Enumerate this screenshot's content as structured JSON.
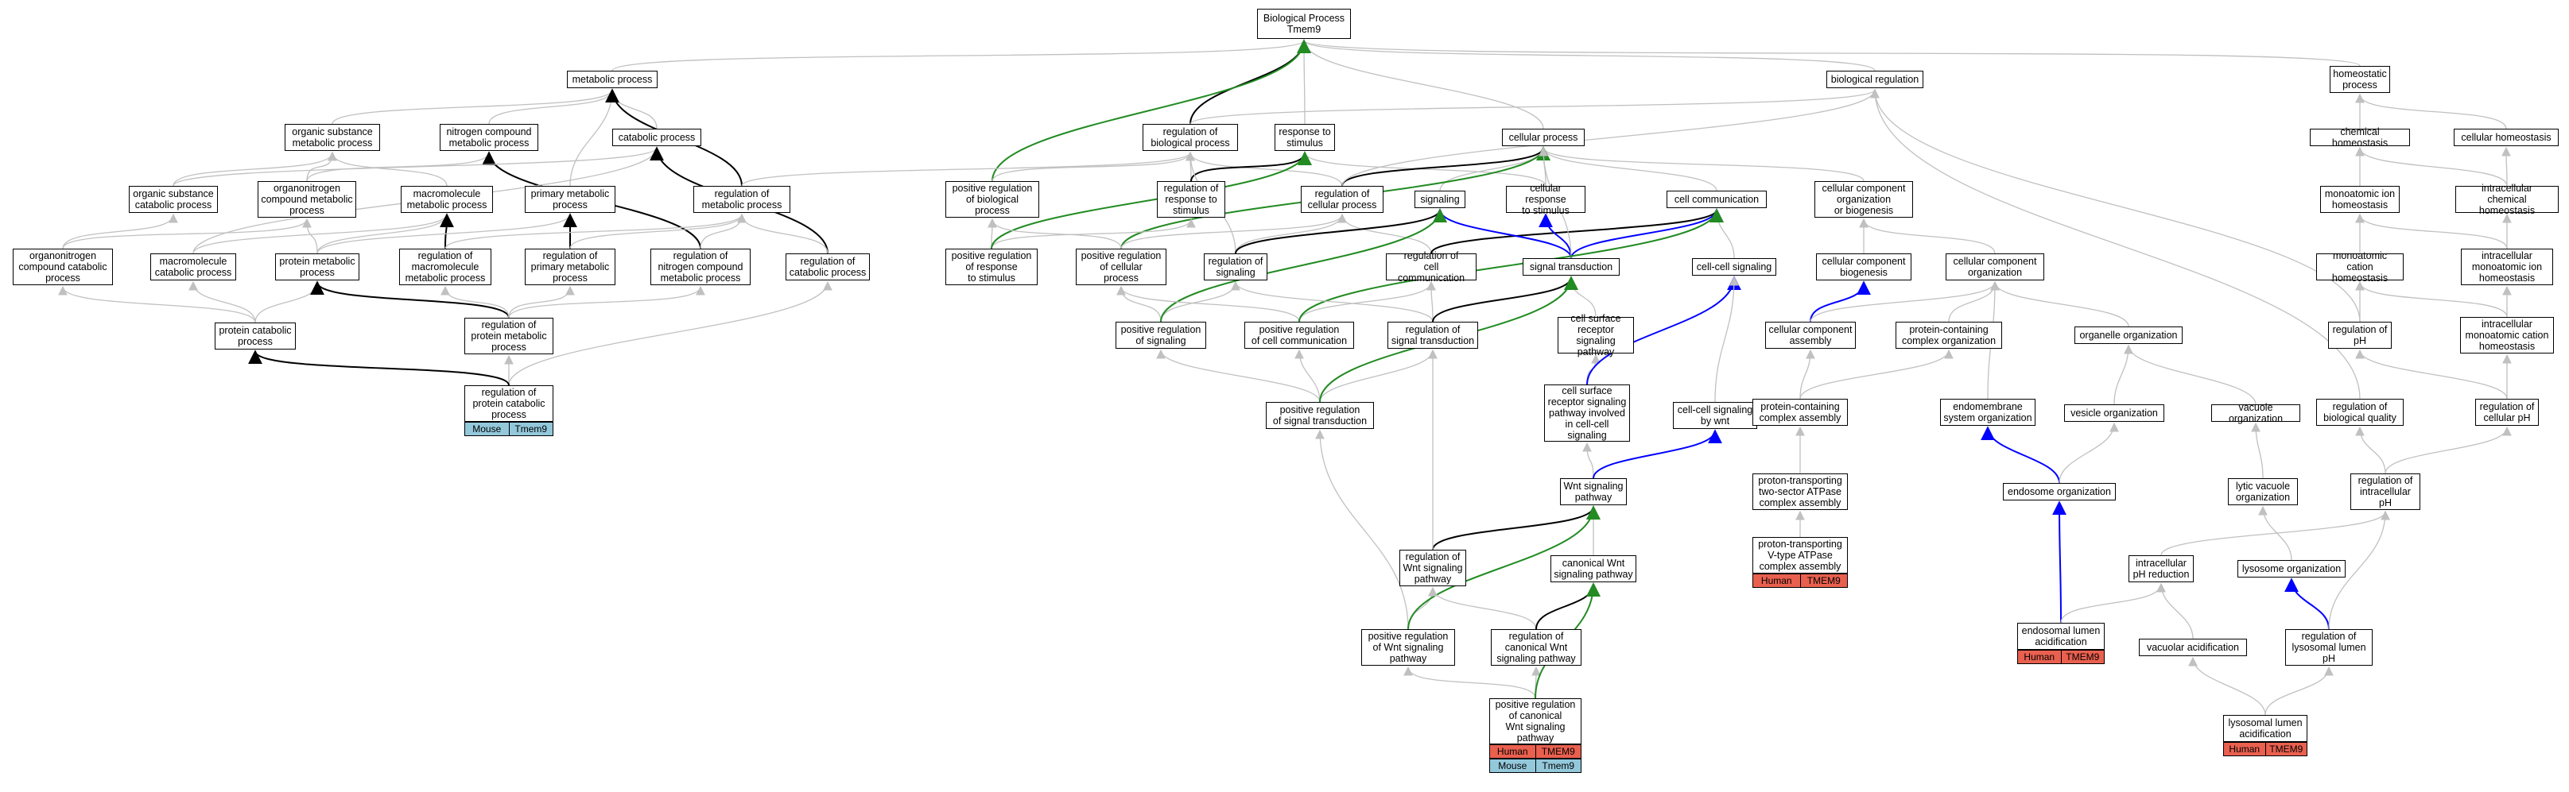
{
  "colors": {
    "default_edge": "#c0c0c0",
    "positive_edge": "#228b22",
    "regulates_edge": "#000000",
    "part_of_edge": "#0000ff",
    "human": "#e9604f",
    "mouse": "#93c8db"
  },
  "nodes": [
    {
      "id": "bp",
      "label": "Biological Process\nTmem9"
    },
    {
      "id": "metabolic",
      "label": "metabolic process"
    },
    {
      "id": "osmp",
      "label": "organic substance\nmetabolic process"
    },
    {
      "id": "ncmp",
      "label": "nitrogen compound\nmetabolic process"
    },
    {
      "id": "catab",
      "label": "catabolic process"
    },
    {
      "id": "oscat",
      "label": "organic substance\ncatabolic process"
    },
    {
      "id": "onmp",
      "label": "organonitrogen\ncompound metabolic\nprocess"
    },
    {
      "id": "macmp",
      "label": "macromolecule\nmetabolic process"
    },
    {
      "id": "primary",
      "label": "primary metabolic\nprocess"
    },
    {
      "id": "regmet",
      "label": "regulation of\nmetabolic process"
    },
    {
      "id": "oncat",
      "label": "organonitrogen\ncompound catabolic\nprocess"
    },
    {
      "id": "maccat",
      "label": "macromolecule\ncatabolic process"
    },
    {
      "id": "protmet",
      "label": "protein metabolic\nprocess"
    },
    {
      "id": "regmac",
      "label": "regulation of\nmacromolecule\nmetabolic process"
    },
    {
      "id": "regprim",
      "label": "regulation of\nprimary metabolic\nprocess"
    },
    {
      "id": "regnc",
      "label": "regulation of\nnitrogen compound\nmetabolic process"
    },
    {
      "id": "regcat",
      "label": "regulation of\ncatabolic process"
    },
    {
      "id": "protcat",
      "label": "protein catabolic\nprocess"
    },
    {
      "id": "regpmp",
      "label": "regulation of\nprotein metabolic\nprocess"
    },
    {
      "id": "regpcp",
      "label": "regulation of\nprotein catabolic\nprocess"
    },
    {
      "id": "regbp",
      "label": "regulation of\nbiological process"
    },
    {
      "id": "resp",
      "label": "response to\nstimulus"
    },
    {
      "id": "cellproc",
      "label": "cellular process"
    },
    {
      "id": "bioreg",
      "label": "biological regulation"
    },
    {
      "id": "homeo",
      "label": "homeostatic\nprocess"
    },
    {
      "id": "posregbp",
      "label": "positive regulation\nof biological\nprocess"
    },
    {
      "id": "regresp",
      "label": "regulation of\nresponse to\nstimulus"
    },
    {
      "id": "regcell",
      "label": "regulation of\ncellular process"
    },
    {
      "id": "signaling",
      "label": "signaling"
    },
    {
      "id": "cellresp",
      "label": "cellular response\nto stimulus"
    },
    {
      "id": "cellcomm",
      "label": "cell communication"
    },
    {
      "id": "ccorg",
      "label": "cellular component\norganization\nor biogenesis"
    },
    {
      "id": "chemhomeo",
      "label": "chemical homeostasis"
    },
    {
      "id": "cellhomeo",
      "label": "cellular homeostasis"
    },
    {
      "id": "posregresp",
      "label": "positive regulation\nof response\nto stimulus"
    },
    {
      "id": "posregcell",
      "label": "positive regulation\nof cellular\nprocess"
    },
    {
      "id": "regsig",
      "label": "regulation of\nsignaling"
    },
    {
      "id": "regcc",
      "label": "regulation of\ncell communication"
    },
    {
      "id": "sigtrans",
      "label": "signal transduction"
    },
    {
      "id": "ccsig",
      "label": "cell-cell signaling"
    },
    {
      "id": "ccbio",
      "label": "cellular component\nbiogenesis"
    },
    {
      "id": "ccorg2",
      "label": "cellular component\norganization"
    },
    {
      "id": "monoion",
      "label": "monoatomic ion\nhomeostasis"
    },
    {
      "id": "icchem",
      "label": "intracellular\nchemical homeostasis"
    },
    {
      "id": "posregsig",
      "label": "positive regulation\nof signaling"
    },
    {
      "id": "posregcc",
      "label": "positive regulation\nof cell communication"
    },
    {
      "id": "regst",
      "label": "regulation of\nsignal transduction"
    },
    {
      "id": "csrsp",
      "label": "cell surface\nreceptor signaling\npathway"
    },
    {
      "id": "ccasm",
      "label": "cellular component\nassembly"
    },
    {
      "id": "pcorg",
      "label": "protein-containing\ncomplex organization"
    },
    {
      "id": "orgorg",
      "label": "organelle organization"
    },
    {
      "id": "moncat",
      "label": "monoatomic cation\nhomeostasis"
    },
    {
      "id": "icion",
      "label": "intracellular\nmonoatomic ion\nhomeostasis"
    },
    {
      "id": "posregst",
      "label": "positive regulation\nof signal transduction"
    },
    {
      "id": "csrspcc",
      "label": "cell surface\nreceptor signaling\npathway involved\nin cell-cell\nsignaling"
    },
    {
      "id": "ccsigwnt",
      "label": "cell-cell signaling\nby wnt"
    },
    {
      "id": "pcasm",
      "label": "protein-containing\ncomplex assembly"
    },
    {
      "id": "endomem",
      "label": "endomembrane\nsystem organization"
    },
    {
      "id": "vesorg",
      "label": "vesicle organization"
    },
    {
      "id": "vacorg",
      "label": "vacuole organization"
    },
    {
      "id": "regph",
      "label": "regulation of\npH"
    },
    {
      "id": "iccat",
      "label": "intracellular\nmonoatomic cation\nhomeostasis"
    },
    {
      "id": "regbq",
      "label": "regulation of\nbiological quality"
    },
    {
      "id": "regcph",
      "label": "regulation of\ncellular pH"
    },
    {
      "id": "wnt",
      "label": "Wnt signaling\npathway"
    },
    {
      "id": "endoorg",
      "label": "endosome organization"
    },
    {
      "id": "lytvac",
      "label": "lytic vacuole\norganization"
    },
    {
      "id": "regicph",
      "label": "regulation of\nintracellular\npH"
    },
    {
      "id": "ptatp",
      "label": "proton-transporting\ntwo-sector ATPase\ncomplex assembly"
    },
    {
      "id": "regwnt",
      "label": "regulation of\nWnt signaling\npathway"
    },
    {
      "id": "canwnt",
      "label": "canonical Wnt\nsignaling pathway"
    },
    {
      "id": "vtype",
      "label": "proton-transporting\nV-type ATPase\ncomplex assembly"
    },
    {
      "id": "icphred",
      "label": "intracellular\npH reduction"
    },
    {
      "id": "lysorg",
      "label": "lysosome organization"
    },
    {
      "id": "posregwnt",
      "label": "positive regulation\nof Wnt signaling\npathway"
    },
    {
      "id": "regcanwnt",
      "label": "regulation of\ncanonical Wnt\nsignaling pathway"
    },
    {
      "id": "endoacid",
      "label": "endosomal lumen\nacidification"
    },
    {
      "id": "vacacid",
      "label": "vacuolar acidification"
    },
    {
      "id": "reglysph",
      "label": "regulation of\nlysosomal lumen\npH"
    },
    {
      "id": "posregcanwnt",
      "label": "positive regulation\nof canonical\nWnt signaling\npathway"
    },
    {
      "id": "lysacid",
      "label": "lysosomal lumen\nacidification"
    }
  ],
  "annotations": [
    {
      "node": "regpcp",
      "rows": [
        {
          "species": "Mouse",
          "gene": "Tmem9"
        }
      ]
    },
    {
      "node": "vtype",
      "rows": [
        {
          "species": "Human",
          "gene": "TMEM9"
        }
      ]
    },
    {
      "node": "endoacid",
      "rows": [
        {
          "species": "Human",
          "gene": "TMEM9"
        }
      ]
    },
    {
      "node": "lysacid",
      "rows": [
        {
          "species": "Human",
          "gene": "TMEM9"
        }
      ]
    },
    {
      "node": "posregcanwnt",
      "rows": [
        {
          "species": "Human",
          "gene": "TMEM9"
        },
        {
          "species": "Mouse",
          "gene": "Tmem9"
        }
      ]
    }
  ],
  "edges": [
    [
      "metabolic",
      "bp",
      "g"
    ],
    [
      "resp",
      "bp",
      "g"
    ],
    [
      "cellproc",
      "bp",
      "g"
    ],
    [
      "bioreg",
      "bp",
      "g"
    ],
    [
      "homeo",
      "bp",
      "g"
    ],
    [
      "regbp",
      "bp",
      "k"
    ],
    [
      "posregbp",
      "bp",
      "p"
    ],
    [
      "osmp",
      "metabolic",
      "g"
    ],
    [
      "ncmp",
      "metabolic",
      "g"
    ],
    [
      "catab",
      "metabolic",
      "g"
    ],
    [
      "primary",
      "metabolic",
      "g"
    ],
    [
      "regmet",
      "metabolic",
      "k"
    ],
    [
      "oscat",
      "osmp",
      "g"
    ],
    [
      "onmp",
      "osmp",
      "g"
    ],
    [
      "macmp",
      "osmp",
      "g"
    ],
    [
      "onmp",
      "ncmp",
      "g"
    ],
    [
      "regnc",
      "ncmp",
      "k"
    ],
    [
      "oscat",
      "catab",
      "g"
    ],
    [
      "maccat",
      "catab",
      "g"
    ],
    [
      "regcat",
      "catab",
      "k"
    ],
    [
      "oncat",
      "oscat",
      "g"
    ],
    [
      "oncat",
      "onmp",
      "g"
    ],
    [
      "protmet",
      "onmp",
      "g"
    ],
    [
      "maccat",
      "macmp",
      "g"
    ],
    [
      "protmet",
      "macmp",
      "g"
    ],
    [
      "regmac",
      "macmp",
      "k"
    ],
    [
      "protmet",
      "primary",
      "g"
    ],
    [
      "regprim",
      "primary",
      "k"
    ],
    [
      "regmac",
      "regmet",
      "g"
    ],
    [
      "regprim",
      "regmet",
      "g"
    ],
    [
      "regnc",
      "regmet",
      "g"
    ],
    [
      "regcat",
      "regmet",
      "g"
    ],
    [
      "regmet",
      "regbp",
      "g"
    ],
    [
      "protcat",
      "oncat",
      "g"
    ],
    [
      "protcat",
      "maccat",
      "g"
    ],
    [
      "protcat",
      "protmet",
      "g"
    ],
    [
      "regpmp",
      "protmet",
      "k"
    ],
    [
      "regpmp",
      "regmac",
      "g"
    ],
    [
      "regpmp",
      "regprim",
      "g"
    ],
    [
      "regpmp",
      "regnc",
      "g"
    ],
    [
      "regpcp",
      "regpmp",
      "g"
    ],
    [
      "regpcp",
      "regcat",
      "g"
    ],
    [
      "regpcp",
      "protcat",
      "k"
    ],
    [
      "regbp",
      "bioreg",
      "g"
    ],
    [
      "posregbp",
      "regbp",
      "g"
    ],
    [
      "regresp",
      "regbp",
      "g"
    ],
    [
      "regcell",
      "regbp",
      "g"
    ],
    [
      "regresp",
      "resp",
      "k"
    ],
    [
      "cellresp",
      "resp",
      "g"
    ],
    [
      "signaling",
      "cellproc",
      "g"
    ],
    [
      "cellresp",
      "cellproc",
      "g"
    ],
    [
      "cellcomm",
      "cellproc",
      "g"
    ],
    [
      "ccorg",
      "cellproc",
      "g"
    ],
    [
      "regcell",
      "cellproc",
      "k"
    ],
    [
      "posregcell",
      "cellproc",
      "p"
    ],
    [
      "regcell",
      "bioreg",
      "g"
    ],
    [
      "regbq",
      "bioreg",
      "g"
    ],
    [
      "posregresp",
      "posregbp",
      "g"
    ],
    [
      "posregresp",
      "regresp",
      "g"
    ],
    [
      "posregresp",
      "resp",
      "p"
    ],
    [
      "posregcell",
      "posregbp",
      "g"
    ],
    [
      "posregcell",
      "regcell",
      "g"
    ],
    [
      "regsig",
      "regcell",
      "g"
    ],
    [
      "regsig",
      "regbp",
      "g"
    ],
    [
      "regcc",
      "regcell",
      "g"
    ],
    [
      "regsig",
      "signaling",
      "k"
    ],
    [
      "regcc",
      "cellcomm",
      "k"
    ],
    [
      "sigtrans",
      "signaling",
      "b"
    ],
    [
      "sigtrans",
      "cellresp",
      "b"
    ],
    [
      "sigtrans",
      "cellcomm",
      "b"
    ],
    [
      "sigtrans",
      "cellproc",
      "g"
    ],
    [
      "ccsig",
      "cellcomm",
      "g"
    ],
    [
      "ccbio",
      "ccorg",
      "g"
    ],
    [
      "ccorg2",
      "ccorg",
      "g"
    ],
    [
      "chemhomeo",
      "homeo",
      "g"
    ],
    [
      "cellhomeo",
      "homeo",
      "g"
    ],
    [
      "monoion",
      "chemhomeo",
      "g"
    ],
    [
      "icchem",
      "chemhomeo",
      "g"
    ],
    [
      "icchem",
      "cellhomeo",
      "g"
    ],
    [
      "posregsig",
      "regsig",
      "g"
    ],
    [
      "posregsig",
      "posregcell",
      "g"
    ],
    [
      "posregsig",
      "signaling",
      "p"
    ],
    [
      "posregcc",
      "regcc",
      "g"
    ],
    [
      "posregcc",
      "posregcell",
      "g"
    ],
    [
      "posregcc",
      "cellcomm",
      "p"
    ],
    [
      "regst",
      "regsig",
      "g"
    ],
    [
      "regst",
      "regcc",
      "g"
    ],
    [
      "regst",
      "sigtrans",
      "k"
    ],
    [
      "csrsp",
      "sigtrans",
      "g"
    ],
    [
      "ccasm",
      "ccbio",
      "b"
    ],
    [
      "ccasm",
      "ccorg2",
      "g"
    ],
    [
      "pcorg",
      "ccorg2",
      "g"
    ],
    [
      "orgorg",
      "ccorg2",
      "g"
    ],
    [
      "moncat",
      "monoion",
      "g"
    ],
    [
      "icion",
      "monoion",
      "g"
    ],
    [
      "icion",
      "icchem",
      "g"
    ],
    [
      "posregst",
      "posregsig",
      "g"
    ],
    [
      "posregst",
      "posregcc",
      "g"
    ],
    [
      "posregst",
      "regst",
      "g"
    ],
    [
      "posregst",
      "sigtrans",
      "p"
    ],
    [
      "csrspcc",
      "csrsp",
      "g"
    ],
    [
      "csrspcc",
      "ccsig",
      "b"
    ],
    [
      "ccsigwnt",
      "ccsig",
      "g"
    ],
    [
      "pcasm",
      "ccasm",
      "g"
    ],
    [
      "pcasm",
      "pcorg",
      "g"
    ],
    [
      "endomem",
      "ccorg2",
      "g"
    ],
    [
      "vesorg",
      "orgorg",
      "g"
    ],
    [
      "vacorg",
      "orgorg",
      "g"
    ],
    [
      "regph",
      "moncat",
      "g"
    ],
    [
      "iccat",
      "moncat",
      "g"
    ],
    [
      "iccat",
      "icion",
      "g"
    ],
    [
      "regph",
      "bioreg",
      "g"
    ],
    [
      "regcph",
      "iccat",
      "g"
    ],
    [
      "regcph",
      "regph",
      "g"
    ],
    [
      "wnt",
      "csrspcc",
      "g"
    ],
    [
      "wnt",
      "ccsigwnt",
      "b"
    ],
    [
      "endoorg",
      "endomem",
      "b"
    ],
    [
      "endoorg",
      "vesorg",
      "g"
    ],
    [
      "lytvac",
      "vacorg",
      "g"
    ],
    [
      "regicph",
      "regcph",
      "g"
    ],
    [
      "regicph",
      "regbq",
      "g"
    ],
    [
      "ptatp",
      "pcasm",
      "g"
    ],
    [
      "regwnt",
      "wnt",
      "k"
    ],
    [
      "regwnt",
      "regst",
      "g"
    ],
    [
      "canwnt",
      "wnt",
      "g"
    ],
    [
      "vtype",
      "ptatp",
      "g"
    ],
    [
      "icphred",
      "regicph",
      "g"
    ],
    [
      "lysorg",
      "lytvac",
      "g"
    ],
    [
      "posregwnt",
      "regwnt",
      "g"
    ],
    [
      "posregwnt",
      "posregst",
      "g"
    ],
    [
      "posregwnt",
      "wnt",
      "p"
    ],
    [
      "regcanwnt",
      "regwnt",
      "g"
    ],
    [
      "regcanwnt",
      "canwnt",
      "k"
    ],
    [
      "endoacid",
      "endoorg",
      "b"
    ],
    [
      "endoacid",
      "icphred",
      "g"
    ],
    [
      "vacacid",
      "icphred",
      "g"
    ],
    [
      "reglysph",
      "lysorg",
      "b"
    ],
    [
      "reglysph",
      "regicph",
      "g"
    ],
    [
      "posregcanwnt",
      "posregwnt",
      "g"
    ],
    [
      "posregcanwnt",
      "regcanwnt",
      "g"
    ],
    [
      "posregcanwnt",
      "canwnt",
      "p"
    ],
    [
      "lysacid",
      "vacacid",
      "g"
    ],
    [
      "lysacid",
      "reglysph",
      "g"
    ]
  ]
}
